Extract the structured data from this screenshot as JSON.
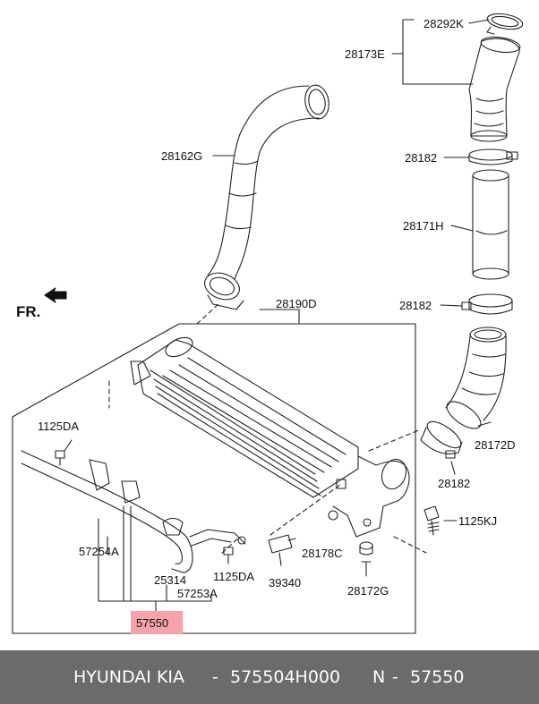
{
  "orientation_label": "FR.",
  "callouts": {
    "hose_clamp_top": "28292K",
    "upper_right_hose": "28173E",
    "clamp_a": "28182",
    "pipe_middle": "28171H",
    "clamp_b": "28182",
    "lower_right_hose": "28172D",
    "clamp_c": "28182",
    "left_hose": "28162G",
    "intercooler_assy": "28190D",
    "bolt_left": "1125DA",
    "oil_line_a": "57254A",
    "clip": "25314",
    "oil_line_b": "57253A",
    "bolt_center": "1125DA",
    "sensor": "39340",
    "grommet_cap": "28178C",
    "grommet_bolt": "28172G",
    "bolt_right": "1125KJ",
    "assembly_highlight": "57550"
  },
  "highlight_color": "#f4a3a8",
  "footer": {
    "brand": "HYUNDAI  KIA",
    "sep1": "-",
    "part_number": "575504H000",
    "suffix_letter": "N",
    "sep2": "-",
    "short_number": "57550"
  }
}
